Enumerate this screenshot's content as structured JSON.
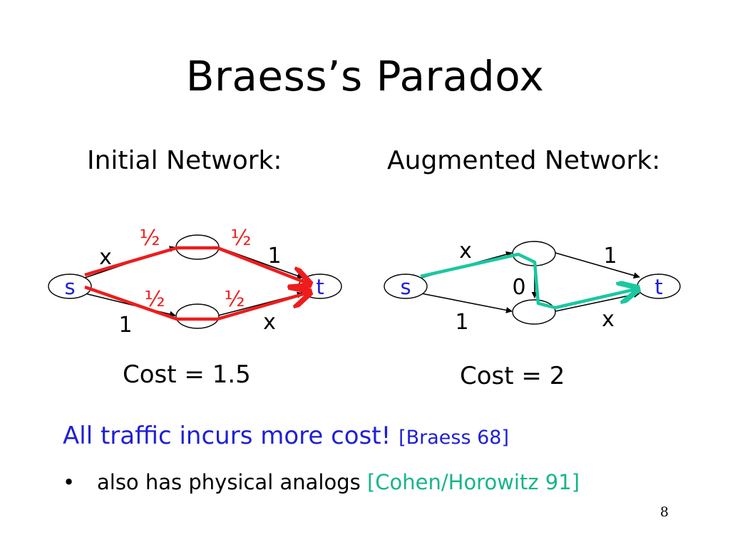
{
  "slide": {
    "title": "Braess’s Paradox",
    "page_number": "8"
  },
  "initial_network": {
    "heading": "Initial Network:",
    "nodes": {
      "source": "s",
      "sink": "t"
    },
    "edge_labels": {
      "upper_first": "x",
      "upper_second": "1",
      "lower_first": "1",
      "lower_second": "x"
    },
    "flow_labels": {
      "upper_first": "½",
      "upper_second": "½",
      "lower_first": "½",
      "lower_second": "½"
    },
    "cost": "Cost = 1.5"
  },
  "augmented_network": {
    "heading": "Augmented Network:",
    "nodes": {
      "source": "s",
      "sink": "t"
    },
    "edge_labels": {
      "upper_first": "x",
      "upper_second": "1",
      "middle": "0",
      "lower_first": "1",
      "lower_second": "x"
    },
    "cost": "Cost = 2"
  },
  "conclusion": {
    "text": "All traffic incurs more cost!",
    "citation": "[Braess 68]"
  },
  "bullet": {
    "symbol": "•",
    "text": "also has physical analogs",
    "citation": "[Cohen/Horowitz 91]"
  },
  "colors": {
    "flow_path_initial": "#ee1c1c",
    "flow_path_augmented": "#19c8a0",
    "conclusion_text": "#1f1fd6",
    "bullet_citation": "#16b58a"
  }
}
